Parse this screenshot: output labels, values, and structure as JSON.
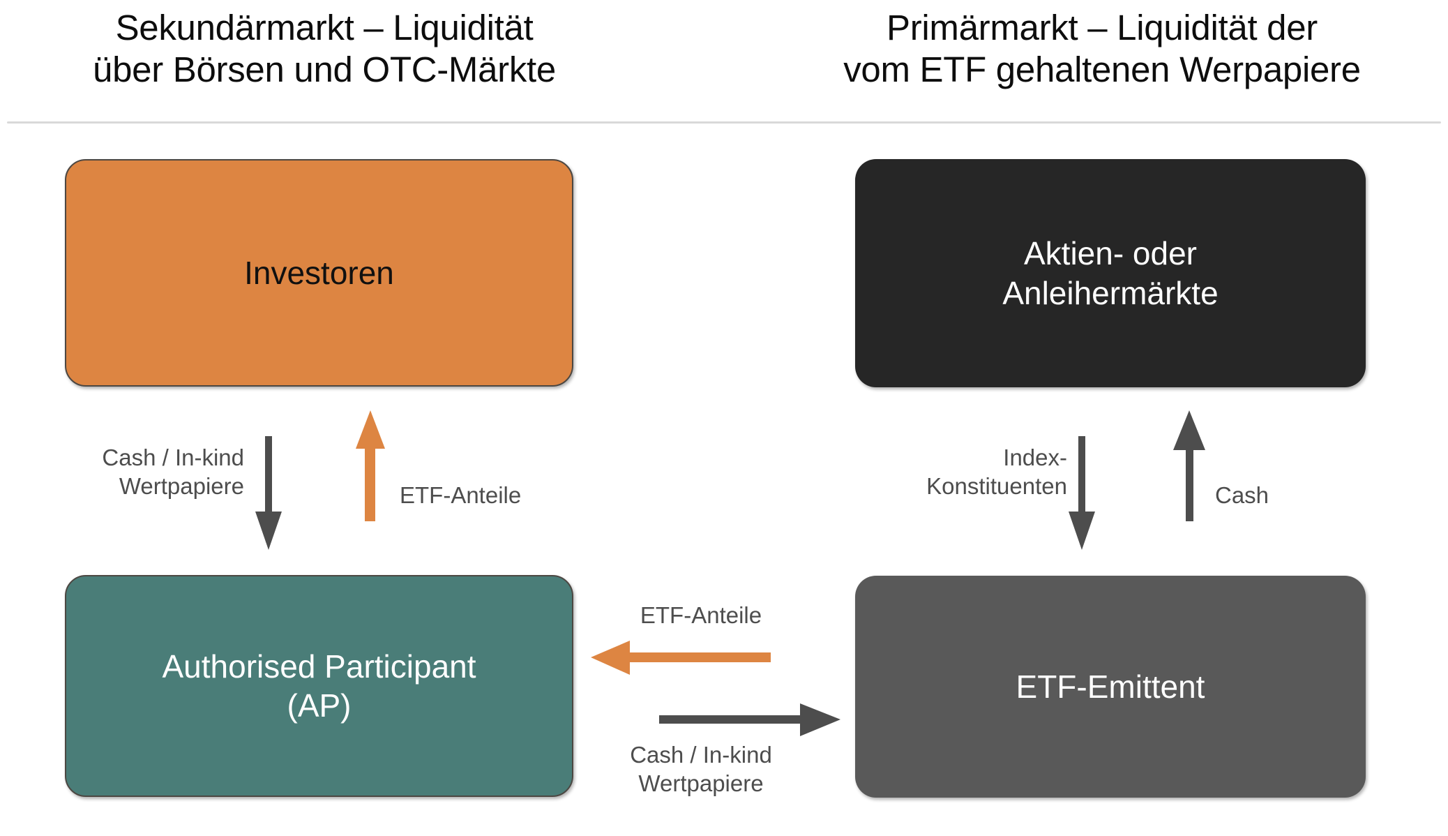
{
  "headers": {
    "left": {
      "line1": "Sekundärmarkt – Liquidität",
      "line2": "über Börsen und OTC-Märkte"
    },
    "right": {
      "line1": "Primärmarkt – Liquidität der",
      "line2": "vom ETF gehaltenen Werpapiere"
    }
  },
  "nodes": {
    "investoren": {
      "line1": "Investoren",
      "line2": ""
    },
    "markets": {
      "line1": "Aktien- oder",
      "line2": "Anleihermärkte"
    },
    "ap": {
      "line1": "Authorised Participant",
      "line2": "(AP)"
    },
    "issuer": {
      "line1": "ETF-Emittent",
      "line2": ""
    }
  },
  "edges": {
    "investoren_to_ap": {
      "line1": "Cash / In-kind",
      "line2": "Wertpapiere",
      "color": "#4d4d4d",
      "direction": "down"
    },
    "ap_to_investoren": {
      "line1": "ETF-Anteile",
      "line2": "",
      "color": "#dd8542",
      "direction": "up"
    },
    "markets_to_issuer": {
      "line1": "Index-",
      "line2": "Konstituenten",
      "color": "#4d4d4d",
      "direction": "down"
    },
    "issuer_to_markets": {
      "line1": "Cash",
      "line2": "",
      "color": "#4d4d4d",
      "direction": "up"
    },
    "issuer_to_ap": {
      "line1": "ETF-Anteile",
      "line2": "",
      "color": "#dd8542",
      "direction": "left"
    },
    "ap_to_issuer": {
      "line1": "Cash / In-kind",
      "line2": "Wertpapiere",
      "color": "#4d4d4d",
      "direction": "right"
    }
  },
  "colors": {
    "orange": "#dd8542",
    "teal": "#4a7d78",
    "black": "#262626",
    "grey": "#595959",
    "arrow_grey": "#4d4d4d",
    "divider": "#d9d9d9",
    "text_dark": "#0d0d0d",
    "text_light": "#ffffff"
  }
}
